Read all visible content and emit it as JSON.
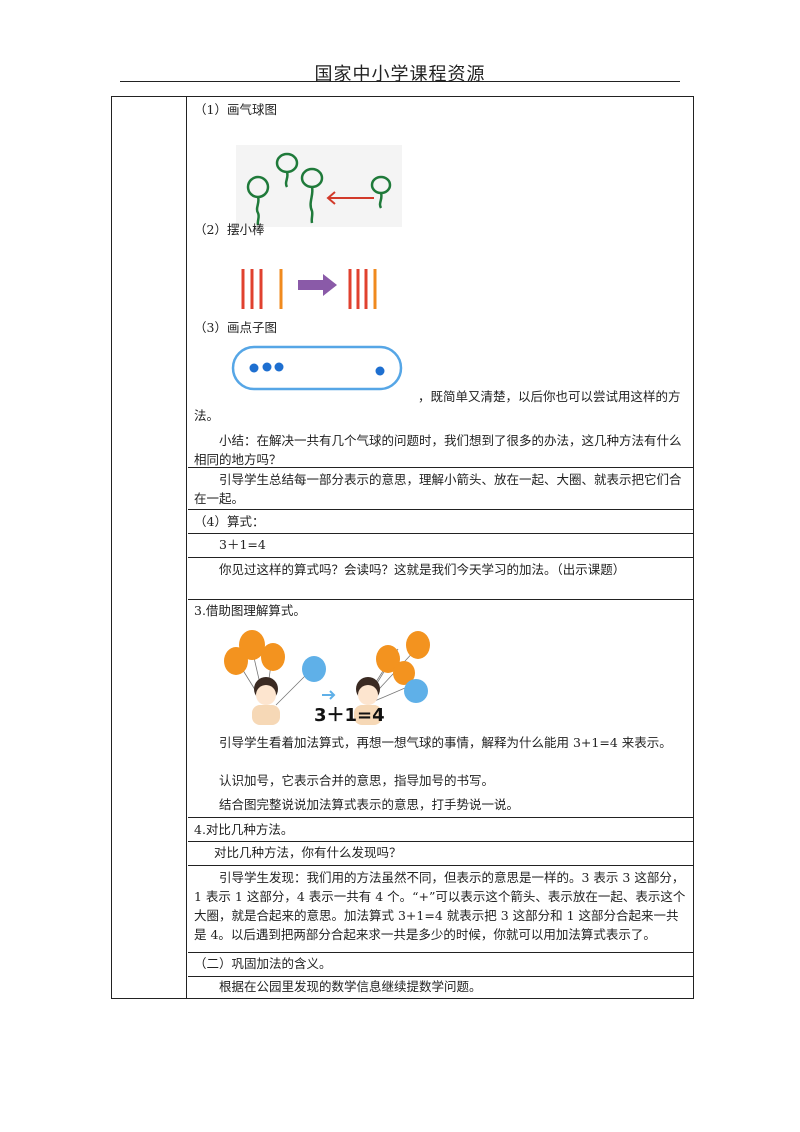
{
  "header": {
    "title": "国家中小学课程资源"
  },
  "content": {
    "balloon_heading": "（1）画气球图",
    "sticks_heading": "（2）摆小棒",
    "dots_heading": "（3）画点子图",
    "dots_tail": "，既简单又清楚，以后你也可以尝试用这样的方法。",
    "summary": "小结：在解决一共有几个气球的问题时，我们想到了很多的办法，这几种方法有什么相同的地方吗？",
    "guide_1": "引导学生总结每一部分表示的意思，理解小箭头、放在一起、大圈、就表示把它们合在一起。",
    "formula_heading": "（4）算式：",
    "formula": "3＋1=4",
    "formula_intro": "你见过这样的算式吗？会读吗？这就是我们今天学习的加法。（出示课题）",
    "section_3": "3.借助图理解算式。",
    "pic_equation": "3＋1=4",
    "guide_2": "引导学生看着加法算式，再想一想气球的事情，解释为什么能用 3+1=4 来表示。",
    "plus_sign": "认识加号，它表示合并的意思，指导加号的书写。",
    "gesture": "结合图完整说说加法算式表示的意思，打手势说一说。",
    "section_4": "4.对比几种方法。",
    "compare_q": "对比几种方法，你有什么发现吗？",
    "discover": "引导学生发现：我们用的方法虽然不同，但表示的意思是一样的。3 表示 3 这部分，1 表示 1 这部分，4 表示一共有 4 个。“+”可以表示这个箭头、表示放在一起、表示这个大圈，就是合起来的意思。加法算式 3+1=4 就表示把 3 这部分和 1 这部分合起来一共是 4。以后遇到把两部分合起来求一共是多少的时候，你就可以用加法算式表示了。",
    "section_two": "（二）巩固加法的含义。",
    "park": "根据在公园里发现的数学信息继续提数学问题。"
  },
  "colors": {
    "balloon_green": "#1f7a3a",
    "arrow_red": "#d23a2a",
    "stick_red": "#e0412f",
    "stick_orange": "#f08a1e",
    "arrow_purple": "#8a5aa8",
    "dot_blue": "#1e6fd0",
    "oval_blue": "#56a6e6",
    "balloon_orange": "#f3931f",
    "balloon_blue": "#5fb0e8"
  }
}
